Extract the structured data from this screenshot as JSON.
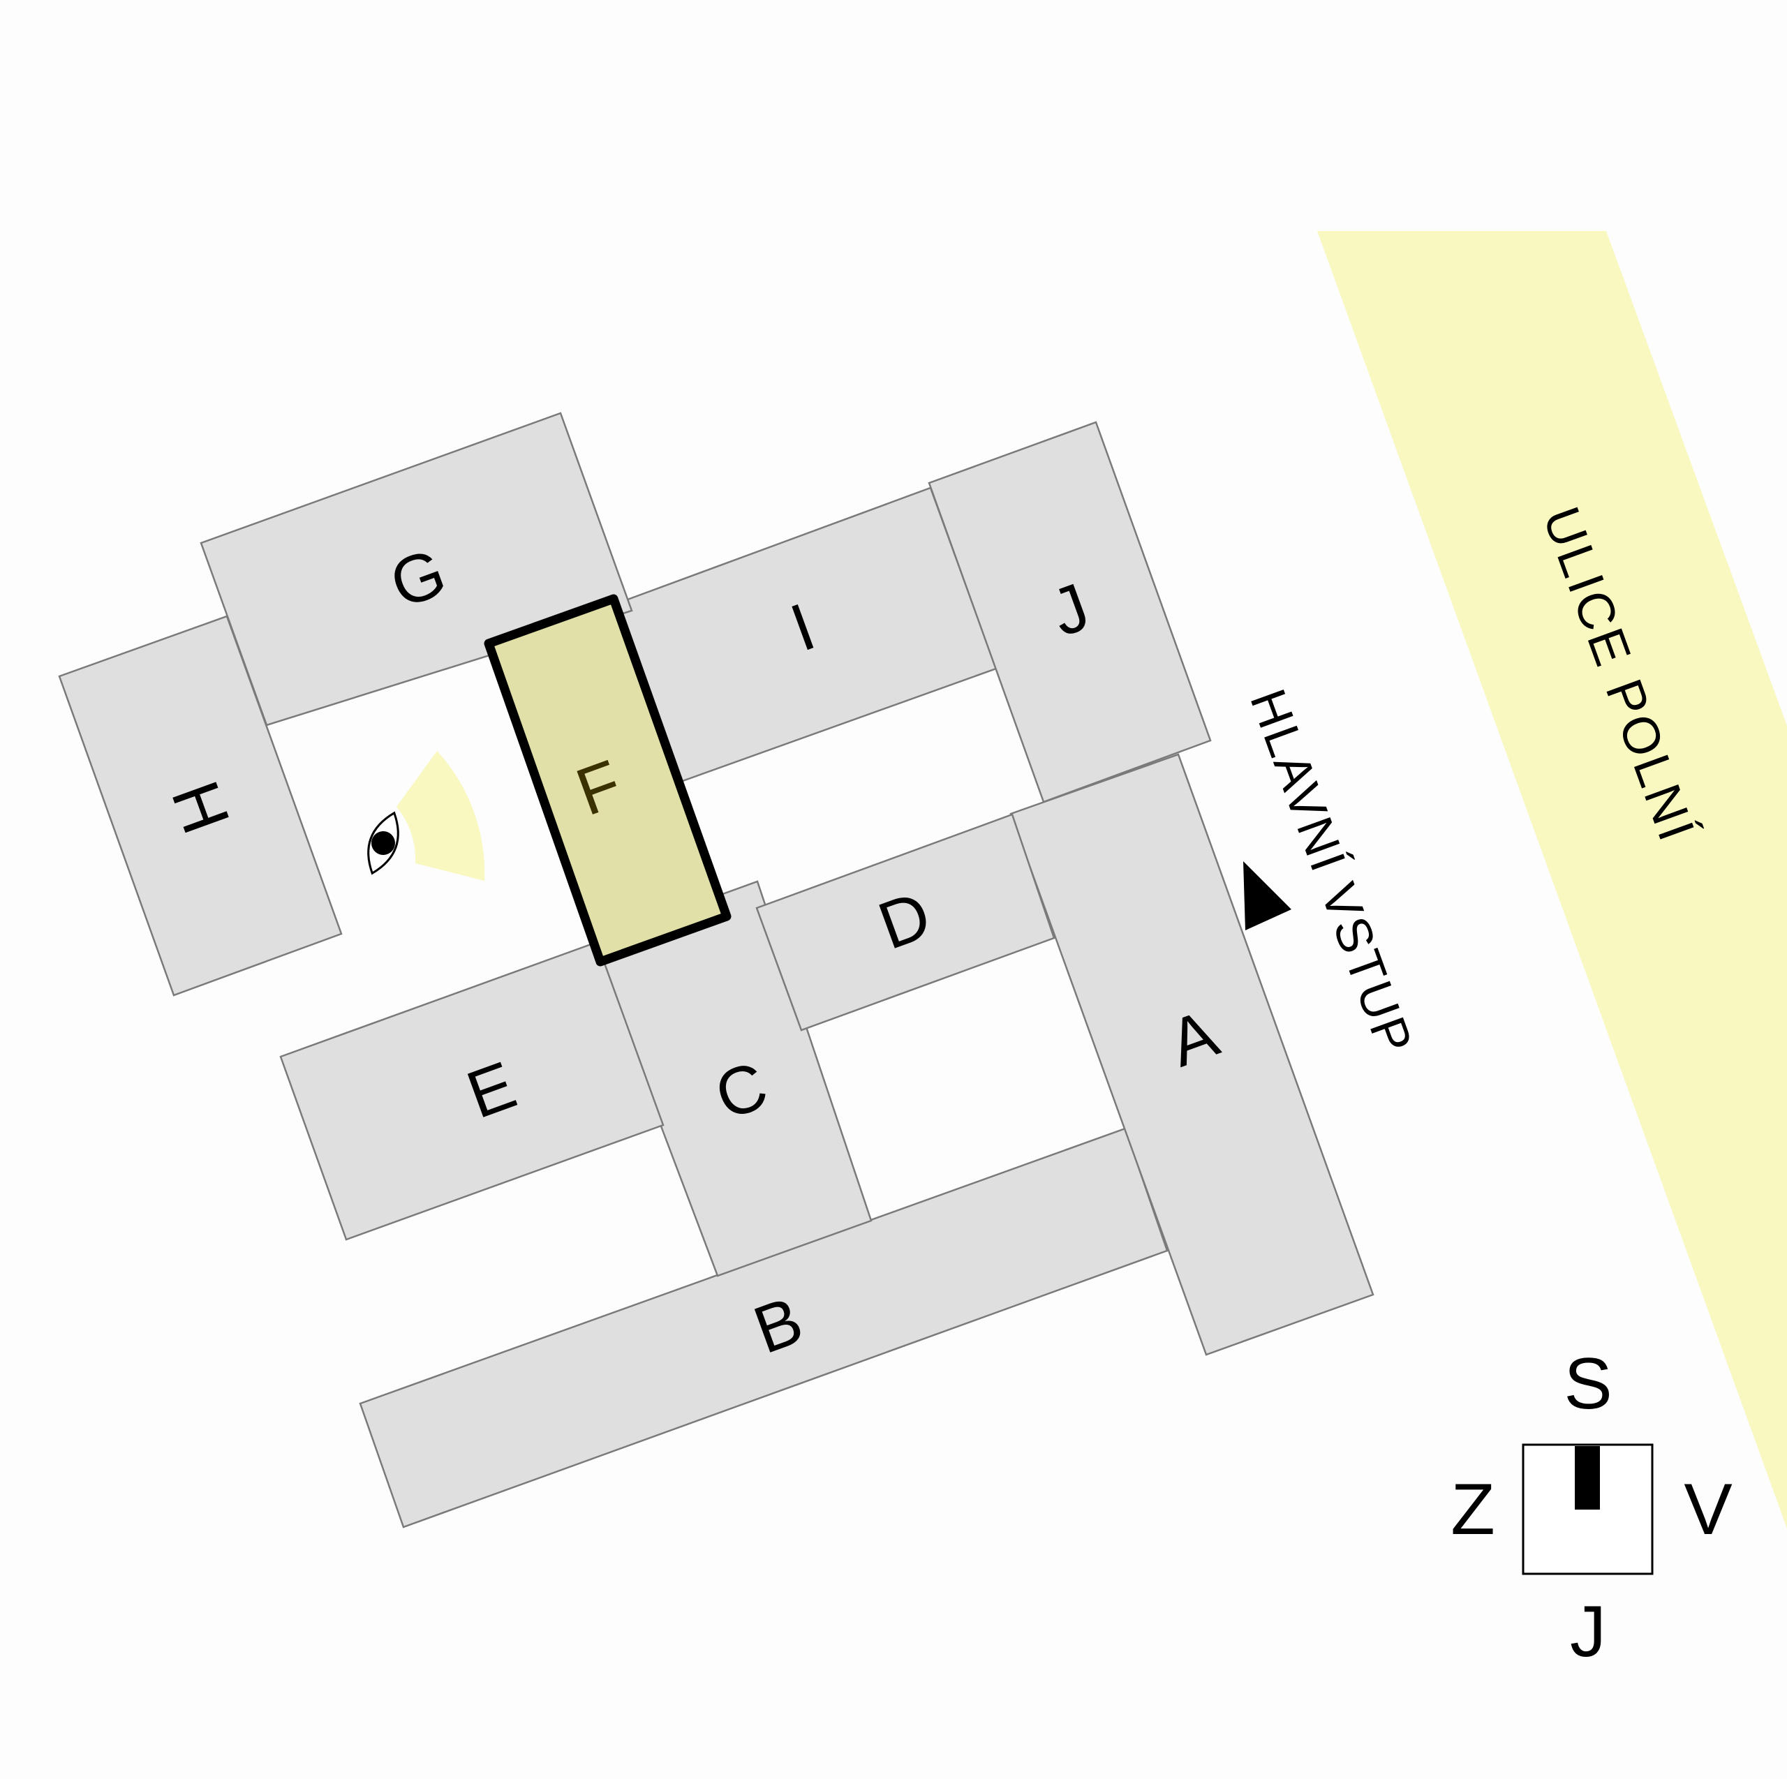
{
  "map": {
    "street_name": "ULICE POLNÍ",
    "entrance_label": "HLAVNÍ VSTUP",
    "highlighted_building": "F",
    "buildings": [
      {
        "id": "A",
        "label": "A"
      },
      {
        "id": "B",
        "label": "B"
      },
      {
        "id": "C",
        "label": "C"
      },
      {
        "id": "D",
        "label": "D"
      },
      {
        "id": "E",
        "label": "E"
      },
      {
        "id": "F",
        "label": "F"
      },
      {
        "id": "G",
        "label": "G"
      },
      {
        "id": "H",
        "label": "H"
      },
      {
        "id": "I",
        "label": "I"
      },
      {
        "id": "J",
        "label": "J"
      }
    ],
    "viewpoint_icon": "eye-icon",
    "entrance_icon": "triangle-arrow-icon",
    "colors": {
      "building_fill": "#dfdfdf",
      "building_stroke": "#7a7a7a",
      "highlight_fill": "#e0e0a8",
      "highlight_stroke": "#000000",
      "street": "#f8f8c0",
      "view_cone": "#f8f8c0"
    }
  },
  "compass": {
    "north": "S",
    "south": "J",
    "east": "V",
    "west": "Z"
  }
}
